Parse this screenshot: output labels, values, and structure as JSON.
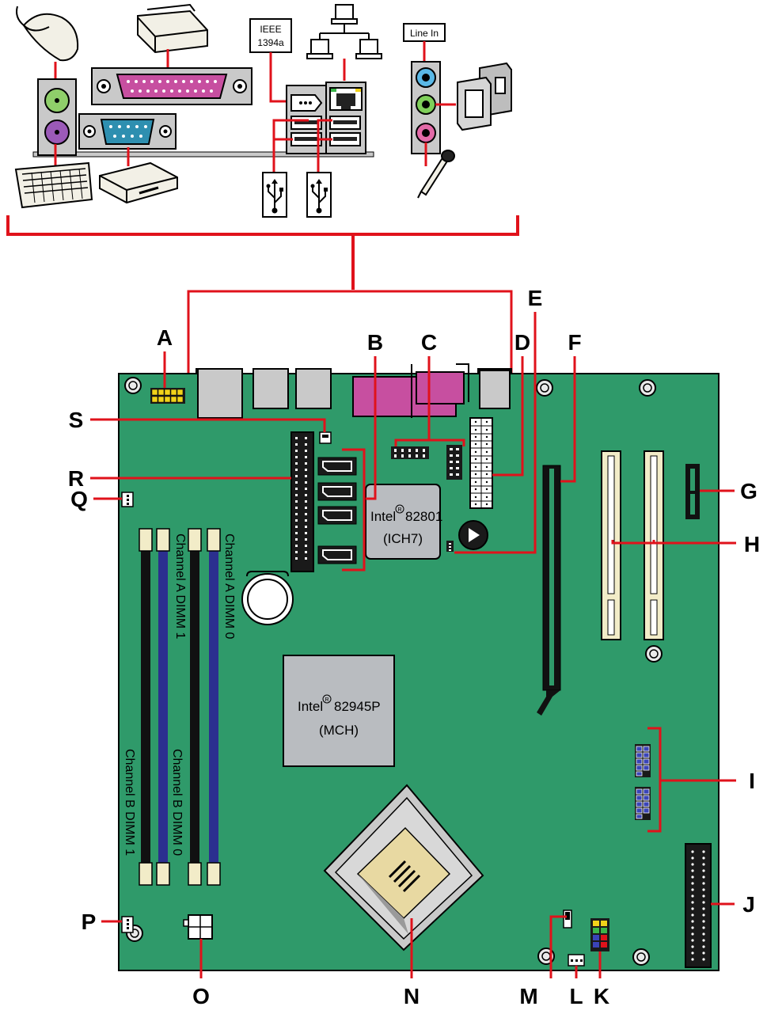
{
  "diagram": {
    "back_panel_labels": {
      "ieee": [
        "IEEE",
        "1394a"
      ],
      "line_in": "Line In"
    },
    "chips": {
      "ich": {
        "name": "Intel",
        "model": "82801",
        "sub": "(ICH7)"
      },
      "mch": {
        "name": "Intel",
        "model": "82945P",
        "sub": "(MCH)"
      }
    },
    "dimm_labels": {
      "a0": "Channel A DIMM 0",
      "a1": "Channel A DIMM 1",
      "b0": "Channel B DIMM 0",
      "b1": "Channel B DIMM 1"
    },
    "registered_mark": "R",
    "callouts": [
      "A",
      "B",
      "C",
      "D",
      "E",
      "F",
      "G",
      "H",
      "I",
      "J",
      "K",
      "L",
      "M",
      "N",
      "O",
      "P",
      "Q",
      "R",
      "S"
    ],
    "colors": {
      "board": "#2f9a6a",
      "callout_line": "#e0121b",
      "chip": "#b9bcc0",
      "slot_cream": "#f2ecc8",
      "dimm_black": "#111111",
      "dimm_blue": "#2b2f8f",
      "parallel_port": "#c74fa0",
      "serial_port": "#2e8fb0",
      "ps2_mouse": "#8fcf6a",
      "ps2_keyboard": "#9b5ab8",
      "audio_blue": "#5ab8e6",
      "audio_green": "#7fcf5a",
      "audio_pink": "#e36aa8",
      "header_yellow": "#f1d21a",
      "usb_header_blue": "#3a44b8"
    }
  }
}
